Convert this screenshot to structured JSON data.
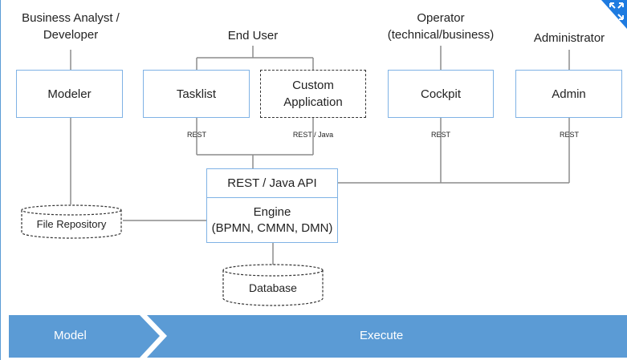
{
  "roles": {
    "analyst": [
      "Business Analyst /",
      "Developer"
    ],
    "end_user": "End User",
    "operator": [
      "Operator",
      "(technical/business)"
    ],
    "administrator": "Administrator"
  },
  "components": {
    "modeler": "Modeler",
    "tasklist": "Tasklist",
    "custom_app": [
      "Custom",
      "Application"
    ],
    "cockpit": "Cockpit",
    "admin": "Admin",
    "api": "REST / Java API",
    "engine": [
      "Engine",
      "(BPMN, CMMN, DMN)"
    ]
  },
  "connectors": {
    "tasklist": "REST",
    "custom_app": "REST / Java",
    "cockpit": "REST",
    "admin": "REST"
  },
  "storage": {
    "file_repository": "File Repository",
    "database": "Database"
  },
  "phases": {
    "model": "Model",
    "execute": "Execute"
  },
  "colors": {
    "box_border": "#7fb2e5",
    "phase_fill": "#5b9bd5",
    "line": "#8c8c8c",
    "corner_icon": "#1e7be0"
  },
  "icons": {
    "corner": "expand-arrows-icon"
  }
}
